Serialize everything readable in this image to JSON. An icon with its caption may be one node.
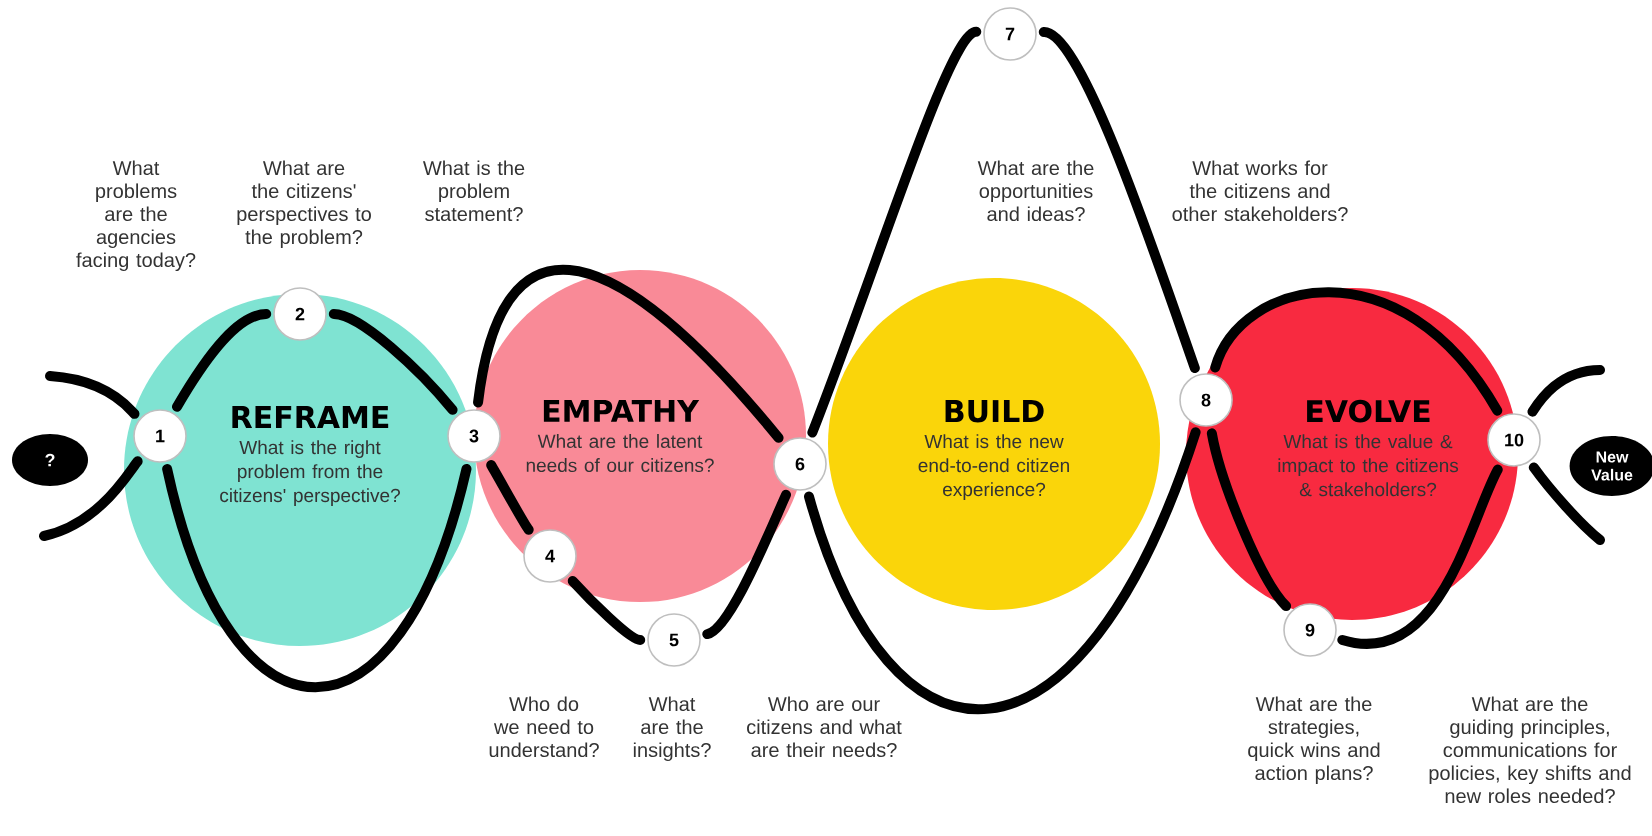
{
  "diagram": {
    "nodes": [
      {
        "text": [
          "?"
        ]
      },
      {
        "text": [
          "REFRAME",
          "What is the right problem from the citizens' perspective?"
        ]
      },
      {
        "text": [
          "1"
        ]
      },
      {
        "text": [
          "2"
        ]
      },
      {
        "text": [
          "3"
        ]
      },
      {
        "text": [
          "EMPATHY",
          "What are the latent needs of our citizens?"
        ]
      },
      {
        "text": [
          "4"
        ]
      },
      {
        "text": [
          "5"
        ]
      },
      {
        "text": [
          "6"
        ]
      },
      {
        "text": [
          "BUILD",
          "What is the new end-to-end citizen experience?"
        ]
      },
      {
        "text": [
          "7"
        ]
      },
      {
        "text": [
          "8"
        ]
      },
      {
        "text": [
          "EVOLVE",
          "What is the value & impact to the citizens & stakeholders?"
        ]
      },
      {
        "text": [
          "9"
        ]
      },
      {
        "text": [
          "10"
        ]
      },
      {
        "text": [
          "New Value"
        ]
      }
    ],
    "edges": [
      {
        "from": null,
        "to": 2,
        "arrow": "none"
      },
      {
        "from": null,
        "to": 2,
        "arrow": "none"
      },
      {
        "from": 2,
        "to": 3,
        "arrow": "none"
      },
      {
        "from": 3,
        "to": 4,
        "arrow": "none"
      },
      {
        "from": 2,
        "to": 4,
        "arrow": "none"
      },
      {
        "from": 4,
        "to": 8,
        "arrow": "none"
      },
      {
        "from": 4,
        "to": 6,
        "arrow": "none"
      },
      {
        "from": 6,
        "to": 7,
        "arrow": "none"
      },
      {
        "from": 7,
        "to": 8,
        "arrow": "none"
      },
      {
        "from": 8,
        "to": 10,
        "arrow": "none"
      },
      {
        "from": 10,
        "to": 11,
        "arrow": "none"
      },
      {
        "from": 8,
        "to": 11,
        "arrow": "none"
      },
      {
        "from": 11,
        "to": 14,
        "arrow": "none"
      },
      {
        "from": 11,
        "to": 13,
        "arrow": "none"
      },
      {
        "from": 13,
        "to": 14,
        "arrow": "none"
      },
      {
        "from": 14,
        "to": null,
        "arrow": "none"
      },
      {
        "from": 14,
        "to": null,
        "arrow": "none"
      }
    ],
    "labels": [
      "What problems are the agencies facing today?",
      "What are the citizens' perspectives to the problem?",
      "What is the problem statement?",
      "What are the opportunities and ideas?",
      "What works for the citizens and other stakeholders?",
      "Who do we need to understand?",
      "What are the insights?",
      "Who are our citizens and what are their needs?",
      "What are the strategies, quick wins and action plans?",
      "What are the guiding principles, communications for policies, key shifts and new roles needed?"
    ]
  }
}
